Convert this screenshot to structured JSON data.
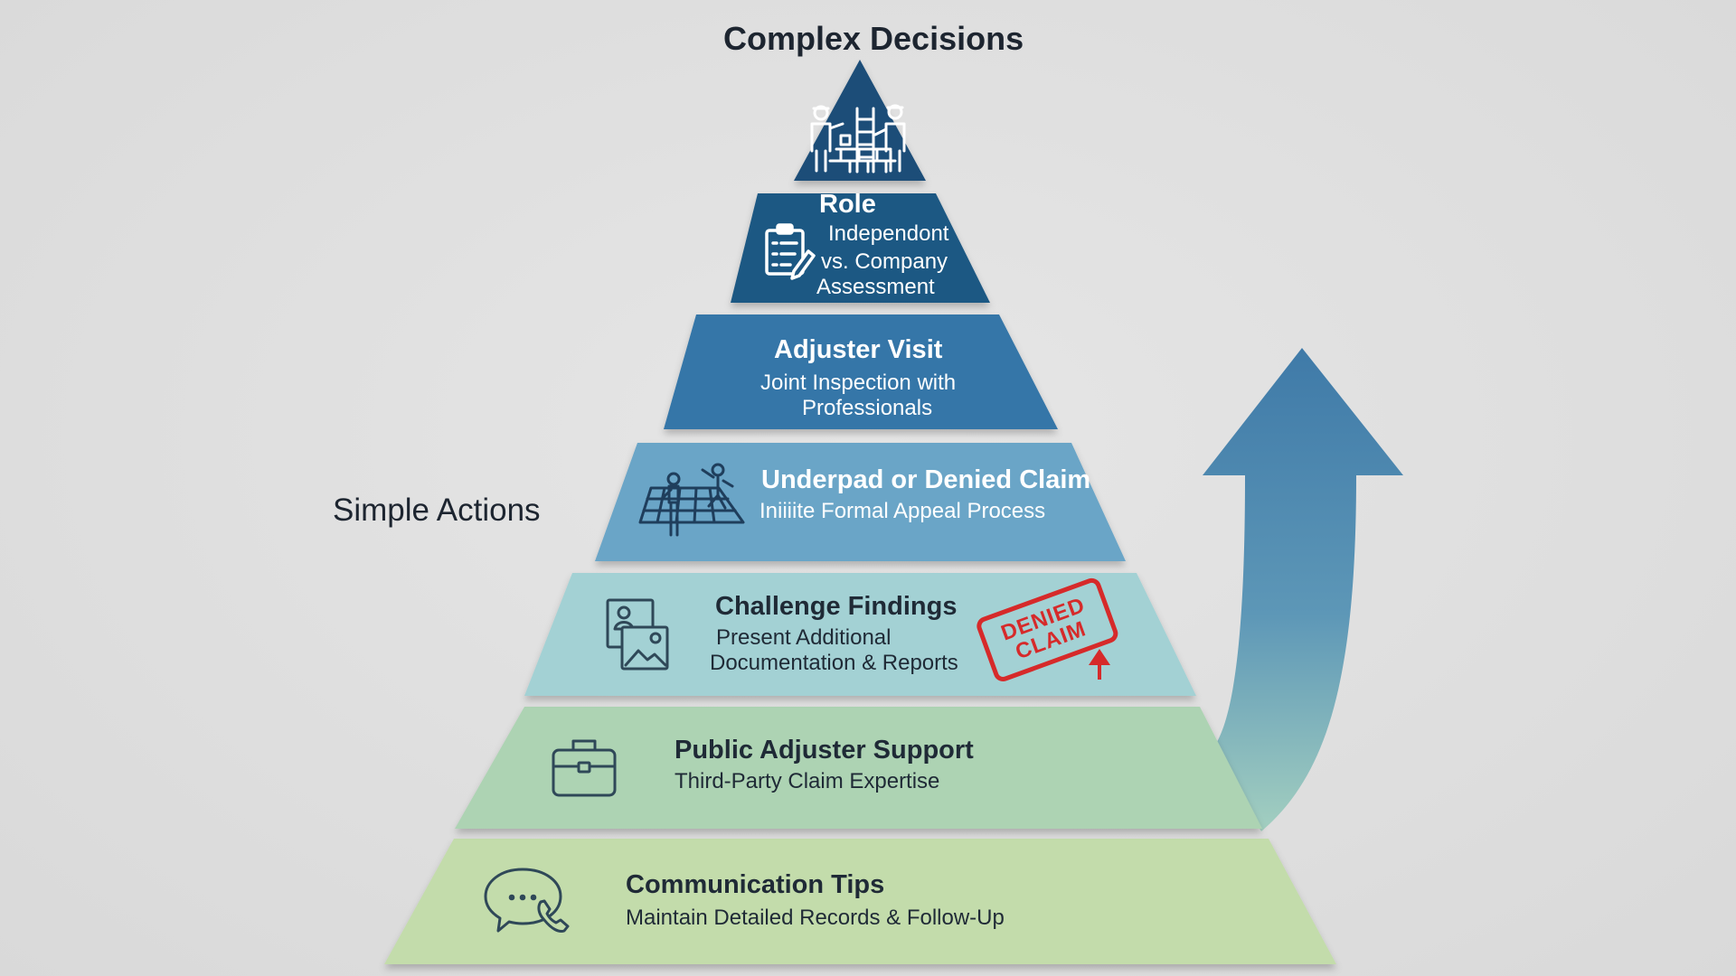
{
  "header": {
    "top_label": "Complex Decisions",
    "side_label": "Simple Actions"
  },
  "pyramid": {
    "levels": [
      {
        "id": "peak",
        "title": "",
        "subtitle": [],
        "icon": "workers-ladder-icon",
        "color": "#1d4e78"
      },
      {
        "id": "role",
        "title": "Role",
        "subtitle": [
          "Independont",
          "vs. Company",
          "Assessment"
        ],
        "icon": "clipboard-icon",
        "color": "#1f5883"
      },
      {
        "id": "adjuster-visit",
        "title": "Adjuster Visit",
        "subtitle": [
          "Joint Inspection with",
          "Professionals"
        ],
        "icon": "",
        "color": "#3476a8"
      },
      {
        "id": "underpaid",
        "title": "Underpad or Denied Claim",
        "subtitle": [
          "Iniiiite Formal Appeal Process"
        ],
        "icon": "roofers-icon",
        "color": "#6aa5c7"
      },
      {
        "id": "challenge",
        "title": "Challenge Findings",
        "subtitle": [
          "Present Additional",
          "Documentation & Reports"
        ],
        "icon": "photos-icon",
        "color": "#a3d1d4"
      },
      {
        "id": "public-adjuster",
        "title": "Public Adjuster Support",
        "subtitle": [
          "Third-Party Claim Expertise"
        ],
        "icon": "briefcase-icon",
        "color": "#add3b3"
      },
      {
        "id": "communication",
        "title": "Communication Tips",
        "subtitle": [
          "Maintain Detailed Records & Follow-Up"
        ],
        "icon": "chat-phone-icon",
        "color": "#c3dcab"
      }
    ]
  },
  "stamp": {
    "lines": [
      "DENIED",
      "CLAIM"
    ],
    "color": "#d62a2a"
  },
  "arrow": {
    "icon": "up-arrow-icon",
    "color_top": "#3f7aa8",
    "color_bottom": "#93c4bf"
  }
}
